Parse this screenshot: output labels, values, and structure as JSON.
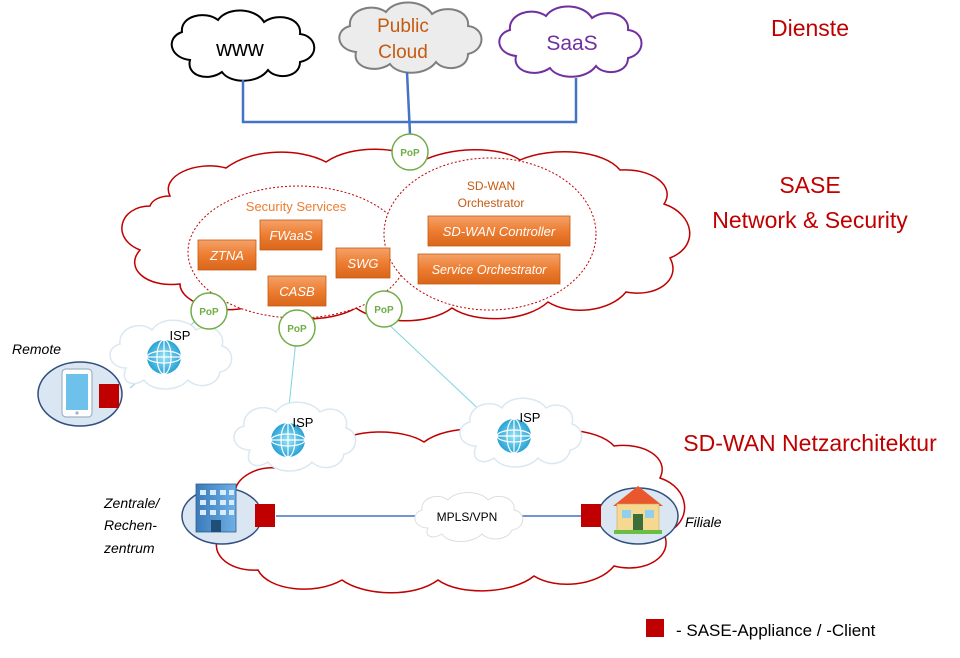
{
  "labels": {
    "dienste": "Dienste",
    "sase_line1": "SASE",
    "sase_line2": "Network & Security",
    "sdwan": "SD-WAN Netzarchitektur"
  },
  "clouds": {
    "www": "www",
    "public_line1": "Public",
    "public_line2": "Cloud",
    "saas": "SaaS"
  },
  "security_services": {
    "title": "Security Services",
    "items": [
      "ZTNA",
      "FWaaS",
      "SWG",
      "CASB"
    ]
  },
  "orchestrator": {
    "title_line1": "SD-WAN",
    "title_line2": "Orchestrator",
    "items": [
      "SD-WAN Controller",
      "Service Orchestrator"
    ]
  },
  "pop_label": "PoP",
  "isp_label": "ISP",
  "mpls_label": "MPLS/VPN",
  "sites": {
    "remote": "Remote",
    "zentrale_line1": "Zentrale/",
    "zentrale_line2": "Rechen-",
    "zentrale_line3": "zentrum",
    "filiale": "Filiale"
  },
  "legend": {
    "text": "- SASE-Appliance / -Client"
  },
  "colors": {
    "red_title": "#c00000",
    "orange_text": "#c55a11",
    "purple_text": "#7030a0",
    "pop_green": "#70ad47",
    "box_orange": "#ed7d31",
    "appliance_red": "#c00000",
    "link_blue": "#4472c4"
  }
}
